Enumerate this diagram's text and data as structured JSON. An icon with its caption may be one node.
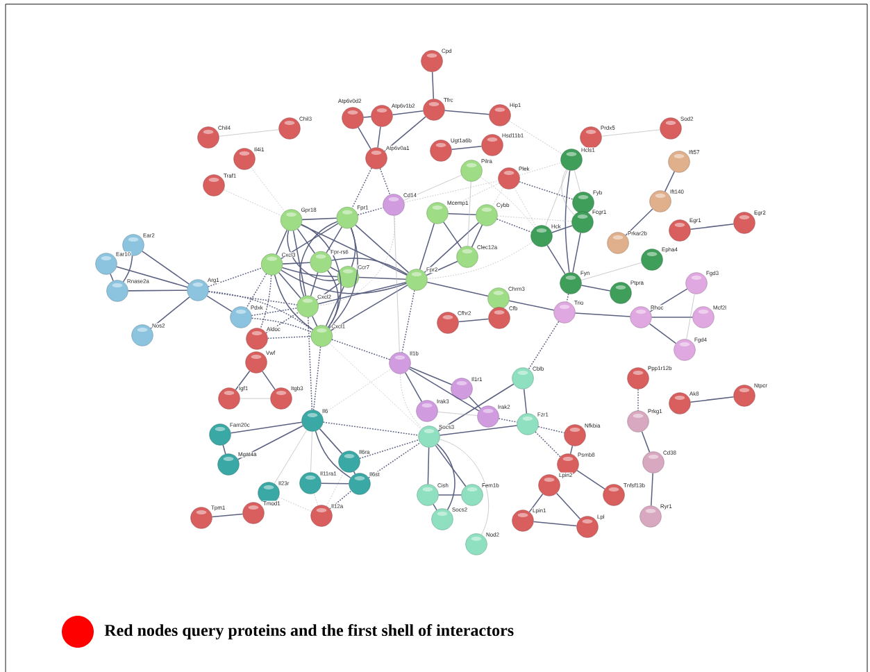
{
  "diagram": {
    "nodes": [
      {
        "text": [
          "Cpd"
        ]
      },
      {
        "text": [
          "Atp6v0d2"
        ]
      },
      {
        "text": [
          "Atp6v1b2"
        ]
      },
      {
        "text": [
          "Tfrc"
        ]
      },
      {
        "text": [
          "Hip1"
        ]
      },
      {
        "text": [
          "Chil3"
        ]
      },
      {
        "text": [
          "Chil4"
        ]
      },
      {
        "text": [
          "Prdx5"
        ]
      },
      {
        "text": [
          "Sod2"
        ]
      },
      {
        "text": [
          "Ugt1a6b"
        ]
      },
      {
        "text": [
          "Hsd11b1"
        ]
      },
      {
        "text": [
          "Atp6v0a1"
        ]
      },
      {
        "text": [
          "Il4i1"
        ]
      },
      {
        "text": [
          "Hcls1"
        ]
      },
      {
        "text": [
          "Ift57"
        ]
      },
      {
        "text": [
          "Pilra"
        ]
      },
      {
        "text": [
          "Plek"
        ]
      },
      {
        "text": [
          "Traf1"
        ]
      },
      {
        "text": [
          "Ift140"
        ]
      },
      {
        "text": [
          "Cd14"
        ]
      },
      {
        "text": [
          "Fyb"
        ]
      },
      {
        "text": [
          "Mcemp1"
        ]
      },
      {
        "text": [
          "Cybb"
        ]
      },
      {
        "text": [
          "Fcgr1"
        ]
      },
      {
        "text": [
          "Egr2"
        ]
      },
      {
        "text": [
          "Gpr18"
        ]
      },
      {
        "text": [
          "Fpr1"
        ]
      },
      {
        "text": [
          "Egr1"
        ]
      },
      {
        "text": [
          "Hck"
        ]
      },
      {
        "text": [
          "Clec12a"
        ]
      },
      {
        "text": [
          "Prkar2b"
        ]
      },
      {
        "text": [
          "Ear2"
        ]
      },
      {
        "text": [
          "Epha4"
        ]
      },
      {
        "text": [
          "Ear10"
        ]
      },
      {
        "text": [
          "Cxcl3"
        ]
      },
      {
        "text": [
          "Fpr-rs6"
        ]
      },
      {
        "text": [
          "Ccr7"
        ]
      },
      {
        "text": [
          "Fpr2"
        ]
      },
      {
        "text": [
          "Fyn"
        ]
      },
      {
        "text": [
          "Fgd3"
        ]
      },
      {
        "text": [
          "Arg1"
        ]
      },
      {
        "text": [
          "Rnase2a"
        ]
      },
      {
        "text": [
          "Ptpra"
        ]
      },
      {
        "text": [
          "Chrm3"
        ]
      },
      {
        "text": [
          "Cxcl2"
        ]
      },
      {
        "text": [
          "Trio"
        ]
      },
      {
        "text": [
          "Pdxk"
        ]
      },
      {
        "text": [
          "Rhoc"
        ]
      },
      {
        "text": [
          "Mcf2l"
        ]
      },
      {
        "text": [
          "Cfb"
        ]
      },
      {
        "text": [
          "Cfhr2"
        ]
      },
      {
        "text": [
          "Cxcl1"
        ]
      },
      {
        "text": [
          "Nos2"
        ]
      },
      {
        "text": [
          "Aldoc"
        ]
      },
      {
        "text": [
          "Fgd4"
        ]
      },
      {
        "text": [
          "Vwf"
        ]
      },
      {
        "text": [
          "Il1b"
        ]
      },
      {
        "text": [
          "Cblb"
        ]
      },
      {
        "text": [
          "Ppp1r12b"
        ]
      },
      {
        "text": [
          "Il1r1"
        ]
      },
      {
        "text": [
          "Ntpcr"
        ]
      },
      {
        "text": [
          "Igf1"
        ]
      },
      {
        "text": [
          "Itgb3"
        ]
      },
      {
        "text": [
          "Ak8"
        ]
      },
      {
        "text": [
          "Irak3"
        ]
      },
      {
        "text": [
          "Irak2"
        ]
      },
      {
        "text": [
          "Il6"
        ]
      },
      {
        "text": [
          "Prkg1"
        ]
      },
      {
        "text": [
          "Fzr1"
        ]
      },
      {
        "text": [
          "Fam20c"
        ]
      },
      {
        "text": [
          "Nfkbia"
        ]
      },
      {
        "text": [
          "Socs3"
        ]
      },
      {
        "text": [
          "Il6ra"
        ]
      },
      {
        "text": [
          "Cd38"
        ]
      },
      {
        "text": [
          "Mgat4a"
        ]
      },
      {
        "text": [
          "Psmb8"
        ]
      },
      {
        "text": [
          "Il11ra1"
        ]
      },
      {
        "text": [
          "Il6st"
        ]
      },
      {
        "text": [
          "Lpin2"
        ]
      },
      {
        "text": [
          "Il23r"
        ]
      },
      {
        "text": [
          "Cish"
        ]
      },
      {
        "text": [
          "Fem1b"
        ]
      },
      {
        "text": [
          "Tnfsf13b"
        ]
      },
      {
        "text": [
          "Tmod1"
        ]
      },
      {
        "text": [
          "Il12a"
        ]
      },
      {
        "text": [
          "Ryr1"
        ]
      },
      {
        "text": [
          "Tpm1"
        ]
      },
      {
        "text": [
          "Socs2"
        ]
      },
      {
        "text": [
          "Lpin1"
        ]
      },
      {
        "text": [
          "Lpl"
        ]
      },
      {
        "text": [
          "Nod2"
        ]
      }
    ],
    "edges": [
      {
        "from": 0,
        "to": 3,
        "arrow": "none"
      },
      {
        "from": 1,
        "to": 2,
        "arrow": "none"
      },
      {
        "from": 2,
        "to": 3,
        "arrow": "none"
      },
      {
        "from": 3,
        "to": 4,
        "arrow": "none"
      },
      {
        "from": 1,
        "to": 11,
        "arrow": "none"
      },
      {
        "from": 2,
        "to": 11,
        "arrow": "none"
      },
      {
        "from": 3,
        "to": 11,
        "arrow": "none"
      },
      {
        "from": 9,
        "to": 10,
        "arrow": "none"
      },
      {
        "from": 13,
        "to": 38,
        "arrow": "none"
      },
      {
        "from": 23,
        "to": 28,
        "arrow": "none"
      },
      {
        "from": 23,
        "to": 38,
        "arrow": "none"
      },
      {
        "from": 28,
        "to": 38,
        "arrow": "none"
      },
      {
        "from": 21,
        "to": 22,
        "arrow": "none"
      },
      {
        "from": 21,
        "to": 29,
        "arrow": "none"
      },
      {
        "from": 22,
        "to": 29,
        "arrow": "none"
      },
      {
        "from": 21,
        "to": 37,
        "arrow": "none"
      },
      {
        "from": 29,
        "to": 37,
        "arrow": "none"
      },
      {
        "from": 22,
        "to": 37,
        "arrow": "none"
      },
      {
        "from": 14,
        "to": 18,
        "arrow": "none"
      },
      {
        "from": 18,
        "to": 30,
        "arrow": "none"
      },
      {
        "from": 27,
        "to": 24,
        "arrow": "none"
      },
      {
        "from": 38,
        "to": 42,
        "arrow": "none"
      },
      {
        "from": 39,
        "to": 47,
        "arrow": "none"
      },
      {
        "from": 47,
        "to": 48,
        "arrow": "none"
      },
      {
        "from": 47,
        "to": 54,
        "arrow": "none"
      },
      {
        "from": 45,
        "to": 47,
        "arrow": "none"
      },
      {
        "from": 37,
        "to": 43,
        "arrow": "none"
      },
      {
        "from": 43,
        "to": 45,
        "arrow": "none"
      },
      {
        "from": 50,
        "to": 49,
        "arrow": "none"
      },
      {
        "from": 25,
        "to": 26,
        "arrow": "none"
      },
      {
        "from": 25,
        "to": 34,
        "arrow": "none"
      },
      {
        "from": 25,
        "to": 35,
        "arrow": "none"
      },
      {
        "from": 25,
        "to": 36,
        "arrow": "none"
      },
      {
        "from": 25,
        "to": 44,
        "arrow": "none"
      },
      {
        "from": 25,
        "to": 51,
        "arrow": "none"
      },
      {
        "from": 25,
        "to": 37,
        "arrow": "none"
      },
      {
        "from": 26,
        "to": 34,
        "arrow": "none"
      },
      {
        "from": 26,
        "to": 35,
        "arrow": "none"
      },
      {
        "from": 26,
        "to": 36,
        "arrow": "none"
      },
      {
        "from": 26,
        "to": 44,
        "arrow": "none"
      },
      {
        "from": 26,
        "to": 51,
        "arrow": "none"
      },
      {
        "from": 26,
        "to": 37,
        "arrow": "none"
      },
      {
        "from": 34,
        "to": 35,
        "arrow": "none"
      },
      {
        "from": 34,
        "to": 36,
        "arrow": "none"
      },
      {
        "from": 34,
        "to": 37,
        "arrow": "none"
      },
      {
        "from": 34,
        "to": 44,
        "arrow": "none"
      },
      {
        "from": 34,
        "to": 51,
        "arrow": "none"
      },
      {
        "from": 35,
        "to": 36,
        "arrow": "none"
      },
      {
        "from": 35,
        "to": 37,
        "arrow": "none"
      },
      {
        "from": 35,
        "to": 44,
        "arrow": "none"
      },
      {
        "from": 35,
        "to": 51,
        "arrow": "none"
      },
      {
        "from": 36,
        "to": 37,
        "arrow": "none"
      },
      {
        "from": 36,
        "to": 44,
        "arrow": "none"
      },
      {
        "from": 36,
        "to": 51,
        "arrow": "none"
      },
      {
        "from": 44,
        "to": 37,
        "arrow": "none"
      },
      {
        "from": 44,
        "to": 51,
        "arrow": "none"
      },
      {
        "from": 51,
        "to": 37,
        "arrow": "none"
      },
      {
        "from": 31,
        "to": 41,
        "arrow": "none"
      },
      {
        "from": 33,
        "to": 41,
        "arrow": "none"
      },
      {
        "from": 31,
        "to": 40,
        "arrow": "none"
      },
      {
        "from": 33,
        "to": 40,
        "arrow": "none"
      },
      {
        "from": 41,
        "to": 40,
        "arrow": "none"
      },
      {
        "from": 52,
        "to": 40,
        "arrow": "none"
      },
      {
        "from": 40,
        "to": 46,
        "arrow": "none"
      },
      {
        "from": 66,
        "to": 69,
        "arrow": "none"
      },
      {
        "from": 66,
        "to": 74,
        "arrow": "none"
      },
      {
        "from": 69,
        "to": 74,
        "arrow": "none"
      },
      {
        "from": 66,
        "to": 72,
        "arrow": "none"
      },
      {
        "from": 66,
        "to": 77,
        "arrow": "none"
      },
      {
        "from": 72,
        "to": 77,
        "arrow": "none"
      },
      {
        "from": 76,
        "to": 77,
        "arrow": "none"
      },
      {
        "from": 86,
        "to": 83,
        "arrow": "none"
      },
      {
        "from": 55,
        "to": 61,
        "arrow": "none"
      },
      {
        "from": 55,
        "to": 62,
        "arrow": "none"
      },
      {
        "from": 56,
        "to": 59,
        "arrow": "none"
      },
      {
        "from": 56,
        "to": 64,
        "arrow": "none"
      },
      {
        "from": 56,
        "to": 65,
        "arrow": "none"
      },
      {
        "from": 59,
        "to": 65,
        "arrow": "none"
      },
      {
        "from": 71,
        "to": 57,
        "arrow": "none"
      },
      {
        "from": 71,
        "to": 68,
        "arrow": "none"
      },
      {
        "from": 57,
        "to": 68,
        "arrow": "none"
      },
      {
        "from": 70,
        "to": 75,
        "arrow": "none"
      },
      {
        "from": 75,
        "to": 82,
        "arrow": "none"
      },
      {
        "from": 78,
        "to": 88,
        "arrow": "none"
      },
      {
        "from": 78,
        "to": 89,
        "arrow": "none"
      },
      {
        "from": 88,
        "to": 89,
        "arrow": "none"
      },
      {
        "from": 71,
        "to": 80,
        "arrow": "none"
      },
      {
        "from": 71,
        "to": 81,
        "arrow": "none"
      },
      {
        "from": 71,
        "to": 87,
        "arrow": "none"
      },
      {
        "from": 80,
        "to": 81,
        "arrow": "none"
      },
      {
        "from": 80,
        "to": 87,
        "arrow": "none"
      },
      {
        "from": 67,
        "to": 73,
        "arrow": "none"
      },
      {
        "from": 73,
        "to": 85,
        "arrow": "none"
      },
      {
        "from": 63,
        "to": 60,
        "arrow": "none"
      },
      {
        "from": 6,
        "to": 5,
        "arrow": "none",
        "color": "#b4b4bc"
      },
      {
        "from": 7,
        "to": 8,
        "arrow": "none",
        "color": "#b4b4bc"
      },
      {
        "from": 19,
        "to": 15,
        "arrow": "none",
        "color": "#b4b4bc"
      },
      {
        "from": 19,
        "to": 56,
        "arrow": "none",
        "color": "#b4b4bc"
      },
      {
        "from": 15,
        "to": 29,
        "arrow": "none",
        "color": "#b4b4bc"
      },
      {
        "from": 13,
        "to": 20,
        "arrow": "none",
        "color": "#b4b4bc"
      },
      {
        "from": 13,
        "to": 23,
        "arrow": "none",
        "color": "#b4b4bc"
      },
      {
        "from": 13,
        "to": 28,
        "arrow": "none",
        "color": "#b4b4bc"
      },
      {
        "from": 38,
        "to": 32,
        "arrow": "none",
        "color": "#b4b4bc"
      },
      {
        "from": 39,
        "to": 54,
        "arrow": "none",
        "color": "#b4b4bc"
      },
      {
        "from": 66,
        "to": 79,
        "arrow": "none",
        "color": "#b4b4bc"
      },
      {
        "from": 66,
        "to": 76,
        "arrow": "none",
        "color": "#b4b4bc"
      },
      {
        "from": 61,
        "to": 62,
        "arrow": "none",
        "color": "#b4b4bc"
      },
      {
        "from": 64,
        "to": 65,
        "arrow": "none",
        "color": "#b4b4bc"
      },
      {
        "from": 71,
        "to": 90,
        "arrow": "none",
        "color": "#b4b4bc"
      },
      {
        "from": 11,
        "to": 26,
        "arrow": "none",
        "style": "dashed"
      },
      {
        "from": 11,
        "to": 19,
        "arrow": "none",
        "style": "dashed"
      },
      {
        "from": 26,
        "to": 19,
        "arrow": "none",
        "style": "dashed"
      },
      {
        "from": 16,
        "to": 20,
        "arrow": "none",
        "style": "dashed"
      },
      {
        "from": 22,
        "to": 28,
        "arrow": "none",
        "style": "dashed"
      },
      {
        "from": 38,
        "to": 45,
        "arrow": "none",
        "style": "dashed"
      },
      {
        "from": 45,
        "to": 57,
        "arrow": "none",
        "style": "dashed"
      },
      {
        "from": 37,
        "to": 56,
        "arrow": "none",
        "style": "dashed"
      },
      {
        "from": 40,
        "to": 34,
        "arrow": "none",
        "style": "dashed"
      },
      {
        "from": 40,
        "to": 44,
        "arrow": "none",
        "style": "dashed"
      },
      {
        "from": 40,
        "to": 51,
        "arrow": "none",
        "style": "dashed"
      },
      {
        "from": 46,
        "to": 44,
        "arrow": "none",
        "style": "dashed"
      },
      {
        "from": 46,
        "to": 51,
        "arrow": "none",
        "style": "dashed"
      },
      {
        "from": 53,
        "to": 51,
        "arrow": "none",
        "style": "dashed"
      },
      {
        "from": 53,
        "to": 44,
        "arrow": "none",
        "style": "dashed"
      },
      {
        "from": 34,
        "to": 53,
        "arrow": "none",
        "style": "dashed"
      },
      {
        "from": 34,
        "to": 46,
        "arrow": "none",
        "style": "dashed"
      },
      {
        "from": 51,
        "to": 66,
        "arrow": "none",
        "style": "dashed"
      },
      {
        "from": 44,
        "to": 66,
        "arrow": "none",
        "style": "dashed"
      },
      {
        "from": 51,
        "to": 56,
        "arrow": "none",
        "style": "dashed"
      },
      {
        "from": 66,
        "to": 71,
        "arrow": "none",
        "style": "dashed"
      },
      {
        "from": 72,
        "to": 71,
        "arrow": "none",
        "style": "dashed"
      },
      {
        "from": 77,
        "to": 71,
        "arrow": "none",
        "style": "dashed"
      },
      {
        "from": 84,
        "to": 77,
        "arrow": "none",
        "style": "dashed"
      },
      {
        "from": 65,
        "to": 68,
        "arrow": "none",
        "style": "dashed"
      },
      {
        "from": 68,
        "to": 70,
        "arrow": "none",
        "style": "dashed"
      },
      {
        "from": 68,
        "to": 75,
        "arrow": "none",
        "style": "dashed"
      },
      {
        "from": 58,
        "to": 67,
        "arrow": "none",
        "style": "dashed"
      },
      {
        "from": 4,
        "to": 13,
        "arrow": "none",
        "style": "dashed",
        "color": "#a8a8b0"
      },
      {
        "from": 12,
        "to": 25,
        "arrow": "none",
        "style": "dashed",
        "color": "#b4b4bc"
      },
      {
        "from": 17,
        "to": 25,
        "arrow": "none",
        "style": "dashed",
        "color": "#b4b4bc"
      },
      {
        "from": 19,
        "to": 16,
        "arrow": "none",
        "style": "dashed",
        "color": "#b4b4bc"
      },
      {
        "from": 19,
        "to": 44,
        "arrow": "none",
        "style": "dashed",
        "color": "#b4b4bc"
      },
      {
        "from": 15,
        "to": 28,
        "arrow": "none",
        "style": "dashed",
        "color": "#b4b4bc"
      },
      {
        "from": 16,
        "to": 13,
        "arrow": "none",
        "style": "dashed",
        "color": "#b4b4bc"
      },
      {
        "from": 16,
        "to": 22,
        "arrow": "none",
        "style": "dashed",
        "color": "#b4b4bc"
      },
      {
        "from": 16,
        "to": 28,
        "arrow": "none",
        "style": "dashed",
        "color": "#b4b4bc"
      },
      {
        "from": 16,
        "to": 21,
        "arrow": "none",
        "style": "dashed",
        "color": "#b4b4bc"
      },
      {
        "from": 22,
        "to": 23,
        "arrow": "none",
        "style": "dashed",
        "color": "#b4b4bc"
      },
      {
        "from": 28,
        "to": 37,
        "arrow": "none",
        "style": "dashed",
        "color": "#b4b4bc"
      },
      {
        "from": 51,
        "to": 71,
        "arrow": "none",
        "style": "dashed",
        "color": "#b4b4bc"
      },
      {
        "from": 66,
        "to": 56,
        "arrow": "none",
        "style": "dashed",
        "color": "#b4b4bc"
      },
      {
        "from": 56,
        "to": 71,
        "arrow": "none",
        "style": "dashed",
        "color": "#b4b4bc"
      },
      {
        "from": 84,
        "to": 76,
        "arrow": "none",
        "style": "dashed",
        "color": "#b4b4bc"
      },
      {
        "from": 84,
        "to": 72,
        "arrow": "none",
        "style": "dashed",
        "color": "#b4b4bc"
      },
      {
        "from": 79,
        "to": 84,
        "arrow": "none",
        "style": "dashed",
        "color": "#b4b4bc"
      }
    ],
    "legend": [
      {
        "text": "Red nodes query proteins and the first shell of interactors",
        "color": "#ff0000"
      }
    ]
  }
}
